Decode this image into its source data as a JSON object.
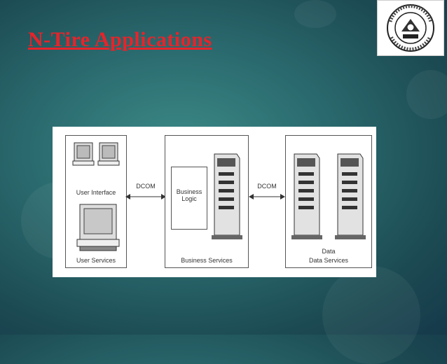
{
  "slide": {
    "title": "N-Tire Applications"
  },
  "logo": {
    "text_top": "ORISSA ENGINEERING COLLEGE",
    "text_bottom": "BHUBANESWAR"
  },
  "diagram": {
    "user_services": {
      "label": "User Services",
      "ui_label": "User Interface"
    },
    "business_services": {
      "label": "Business Services",
      "logic_label": "Business\nLogic"
    },
    "data_services": {
      "label": "Data Services",
      "data_label": "Data"
    },
    "connector_left": "DCOM",
    "connector_right": "DCOM"
  },
  "colors": {
    "title": "#e8232a",
    "background": "#2a6a6e"
  }
}
